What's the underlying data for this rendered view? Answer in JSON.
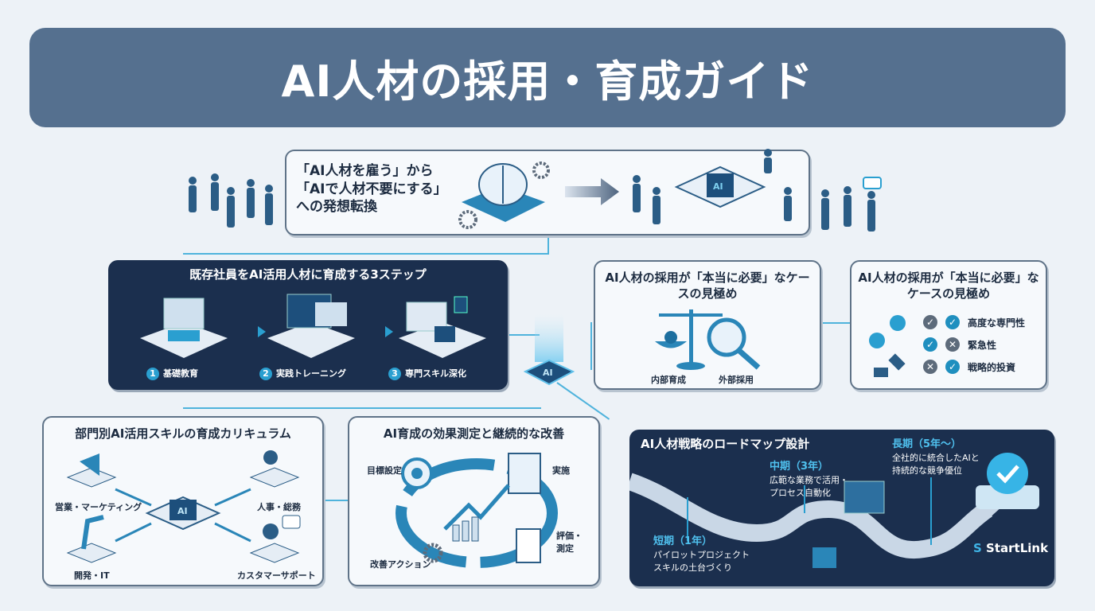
{
  "title": "AI人材の採用・育成ガイド",
  "shift": {
    "lines": [
      "「AI人材を雇う」から",
      "「AIで人材不要にする」",
      "への発想転換"
    ]
  },
  "steps": {
    "title": "既存社員をAI活用人材に育成する3ステップ",
    "items": [
      {
        "num": "1",
        "label": "基礎教育"
      },
      {
        "num": "2",
        "label": "実践トレーニング"
      },
      {
        "num": "3",
        "label": "専門スキル深化"
      }
    ]
  },
  "need_case": {
    "title": "AI人材の採用が「本当に必要」なケースの見極め",
    "left_label": "内部育成",
    "right_label": "外部採用"
  },
  "need_case2": {
    "title": "AI人材の採用が「本当に必要」なケースの見極め",
    "rows": [
      {
        "left": "check",
        "right": "check",
        "label": "高度な専門性"
      },
      {
        "left": "check",
        "right": "cross",
        "label": "緊急性"
      },
      {
        "left": "cross",
        "right": "check",
        "label": "戦略的投資"
      }
    ]
  },
  "curriculum": {
    "title": "部門別AI活用スキルの育成カリキュラム",
    "chip": "AI",
    "departments": [
      "営業・マーケティング",
      "人事・総務",
      "開発・IT",
      "カスタマーサポート"
    ]
  },
  "measure": {
    "title": "AI育成の効果測定と継続的な改善",
    "steps": [
      "目標設定",
      "実施",
      "評価・測定",
      "改善アクション"
    ]
  },
  "roadmap": {
    "title": "AI人材戦略のロードマップ設計",
    "phases": [
      {
        "name": "短期（1年）",
        "desc": [
          "パイロットプロジェクト",
          "スキルの土台づくり"
        ]
      },
      {
        "name": "中期（3年）",
        "desc": [
          "広範な業務で活用・",
          "プロセス自動化"
        ]
      },
      {
        "name": "長期（5年〜）",
        "desc": [
          "全社的に統合したAIと",
          "持続的な競争優位"
        ]
      }
    ],
    "brand": "StartLink"
  },
  "hub_chip": "AI",
  "colors": {
    "title_bar": "#55708f",
    "dark_panel": "#1b2f4e",
    "accent": "#2a9fd0",
    "check_ok": "#1f8fbf",
    "check_gray": "#5d6b7b"
  }
}
